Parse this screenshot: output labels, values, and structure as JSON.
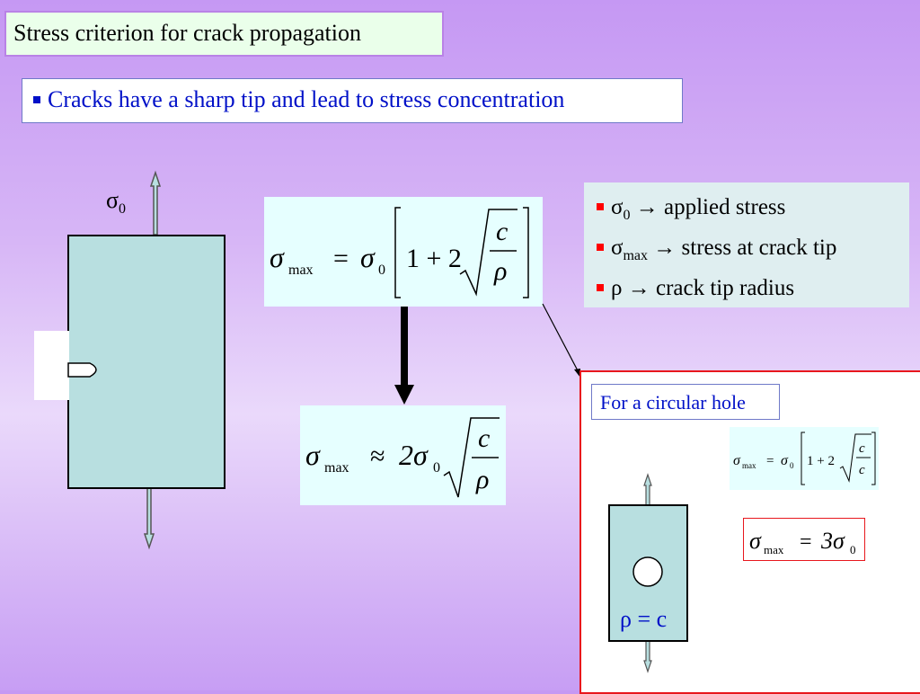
{
  "title": "Stress criterion for crack propagation",
  "bullet": "Cracks have a sharp tip and lead to stress concentration",
  "specimen": {
    "load_label": "σ",
    "load_label_sub": "0"
  },
  "formulas": {
    "sigma": "σ",
    "max": "max",
    "eq": "=",
    "approx": "≈",
    "sigma0": "σ",
    "zero": "0",
    "one_plus_two": "1 + 2",
    "two_sigma": "2σ",
    "c": "c",
    "rho": "ρ",
    "three_sigma": "3σ"
  },
  "legend": {
    "items": [
      {
        "symbol": "σ",
        "sub": "0",
        "arrow": "→",
        "text": "applied stress"
      },
      {
        "symbol": "σ",
        "sub": "max",
        "arrow": "→",
        "text": "stress at crack tip"
      },
      {
        "symbol": "ρ",
        "sub": "",
        "arrow": "→",
        "text": "crack tip radius"
      }
    ]
  },
  "circular_hole": {
    "label": "For a circular hole",
    "rho_eq_c": "ρ = c"
  },
  "colors": {
    "title_bg": "#eaffea",
    "formula_bg": "#e6ffff",
    "specimen_fill": "#b8dfe0",
    "accent_blue": "#0010c8",
    "accent_red": "#e8171d"
  }
}
